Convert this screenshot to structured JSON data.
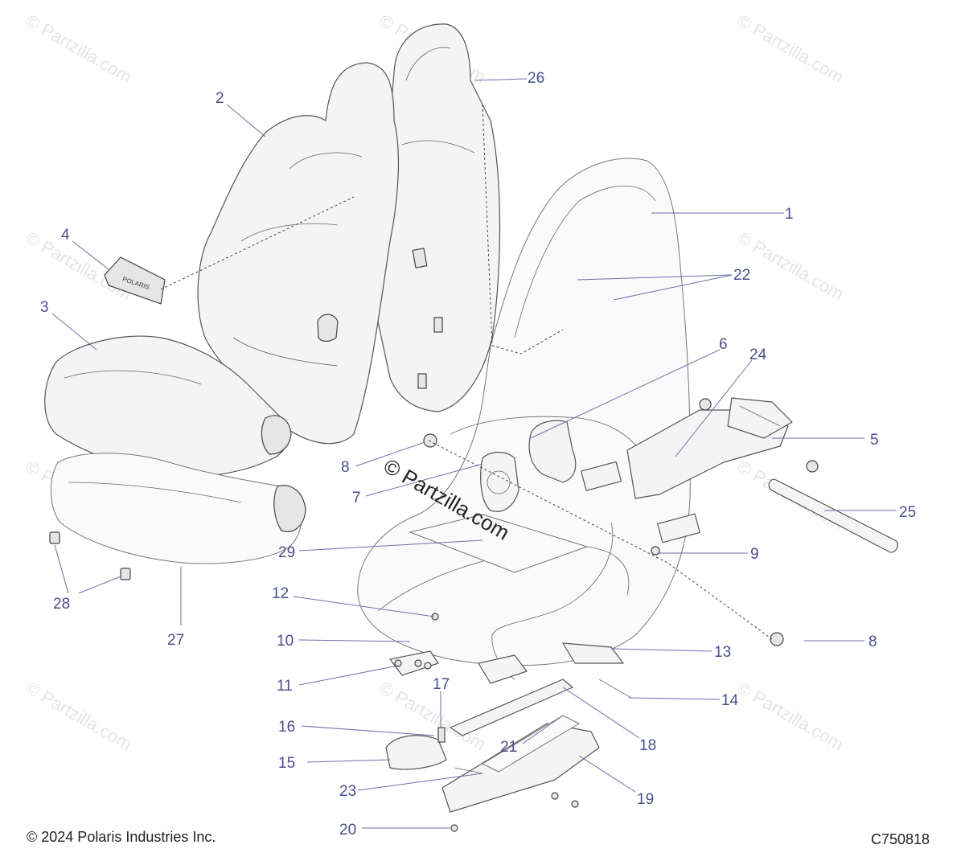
{
  "copyright": "© 2024 Polaris Industries Inc.",
  "diagram_code": "C750818",
  "watermark": "© Partzilla.com",
  "badge_text": "POLARIS",
  "callouts": [
    "1",
    "2",
    "3",
    "4",
    "5",
    "6",
    "7",
    "8",
    "8",
    "9",
    "10",
    "11",
    "12",
    "13",
    "14",
    "15",
    "16",
    "17",
    "18",
    "19",
    "20",
    "21",
    "22",
    "23",
    "24",
    "25",
    "26",
    "27",
    "28",
    "29"
  ]
}
